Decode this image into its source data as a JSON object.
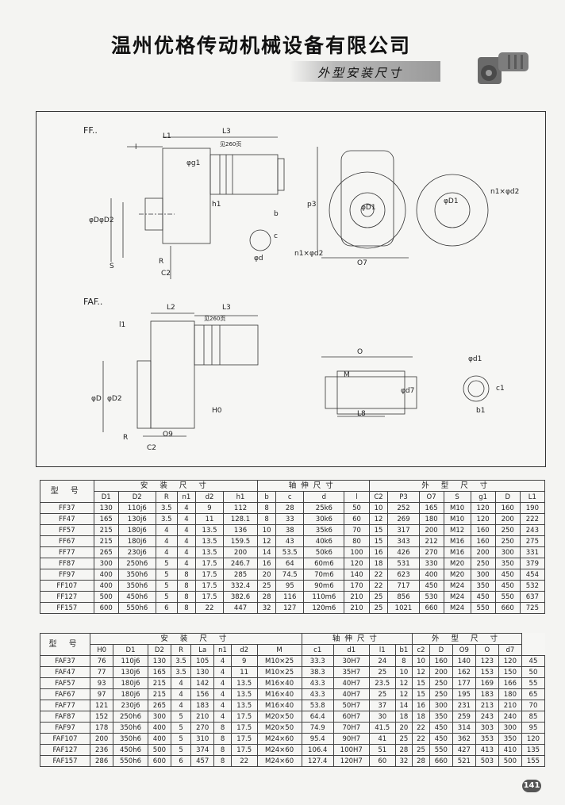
{
  "header": {
    "company": "温州优格传动机械设备有限公司",
    "subtitle": "外型安装尺寸"
  },
  "drawings": {
    "ff": {
      "series": "FF..",
      "labels": {
        "l1": "L1",
        "l3": "L3",
        "note": "见260页",
        "g1": "φg1",
        "l": "l",
        "h1": "h1",
        "d": "φD",
        "d2": "φD2",
        "s": "S",
        "r": "R",
        "c2": "C2",
        "b": "b",
        "c": "c",
        "dd": "φd",
        "p3": "p3",
        "o7": "O7",
        "n1d2_left": "n1×φd2",
        "n1d2_right": "n1×φd2",
        "d1": "φD1",
        "d1r": "φD1"
      }
    },
    "faf": {
      "series": "FAF..",
      "labels": {
        "l2": "L2",
        "l3": "L3",
        "note": "见260页",
        "l1": "l1",
        "d": "φD",
        "d2": "φD2",
        "h0": "H0",
        "o9": "O9",
        "r": "R",
        "c2": "C2",
        "o": "O",
        "m": "M",
        "d7": "φd7",
        "l8": "L8",
        "d1": "φd1",
        "c1": "c1",
        "b1": "b1"
      }
    }
  },
  "table1": {
    "model_header": "型 号",
    "groups": [
      "安 装 尺 寸",
      "轴伸尺寸",
      "外 型 尺 寸"
    ],
    "columns": [
      "D1",
      "D2",
      "R",
      "n1",
      "d2",
      "h1",
      "b",
      "c",
      "d",
      "l",
      "C2",
      "P3",
      "O7",
      "S",
      "g1",
      "D",
      "L1"
    ],
    "rows": [
      [
        "FF37",
        "130",
        "110j6",
        "3.5",
        "4",
        "9",
        "112",
        "8",
        "28",
        "25k6",
        "50",
        "10",
        "252",
        "165",
        "M10",
        "120",
        "160",
        "190"
      ],
      [
        "FF47",
        "165",
        "130j6",
        "3.5",
        "4",
        "11",
        "128.1",
        "8",
        "33",
        "30k6",
        "60",
        "12",
        "269",
        "180",
        "M10",
        "120",
        "200",
        "222"
      ],
      [
        "FF57",
        "215",
        "180j6",
        "4",
        "4",
        "13.5",
        "136",
        "10",
        "38",
        "35k6",
        "70",
        "15",
        "317",
        "200",
        "M12",
        "160",
        "250",
        "243"
      ],
      [
        "FF67",
        "215",
        "180j6",
        "4",
        "4",
        "13.5",
        "159.5",
        "12",
        "43",
        "40k6",
        "80",
        "15",
        "343",
        "212",
        "M16",
        "160",
        "250",
        "275"
      ],
      [
        "FF77",
        "265",
        "230j6",
        "4",
        "4",
        "13.5",
        "200",
        "14",
        "53.5",
        "50k6",
        "100",
        "16",
        "426",
        "270",
        "M16",
        "200",
        "300",
        "331"
      ],
      [
        "FF87",
        "300",
        "250h6",
        "5",
        "4",
        "17.5",
        "246.7",
        "16",
        "64",
        "60m6",
        "120",
        "18",
        "531",
        "330",
        "M20",
        "250",
        "350",
        "379"
      ],
      [
        "FF97",
        "400",
        "350h6",
        "5",
        "8",
        "17.5",
        "285",
        "20",
        "74.5",
        "70m6",
        "140",
        "22",
        "623",
        "400",
        "M20",
        "300",
        "450",
        "454"
      ],
      [
        "FF107",
        "400",
        "350h6",
        "5",
        "8",
        "17.5",
        "332.4",
        "25",
        "95",
        "90m6",
        "170",
        "22",
        "717",
        "450",
        "M24",
        "350",
        "450",
        "532"
      ],
      [
        "FF127",
        "500",
        "450h6",
        "5",
        "8",
        "17.5",
        "382.6",
        "28",
        "116",
        "110m6",
        "210",
        "25",
        "856",
        "530",
        "M24",
        "450",
        "550",
        "637"
      ],
      [
        "FF157",
        "600",
        "550h6",
        "6",
        "8",
        "22",
        "447",
        "32",
        "127",
        "120m6",
        "210",
        "25",
        "1021",
        "660",
        "M24",
        "550",
        "660",
        "725"
      ]
    ]
  },
  "table2": {
    "model_header": "型 号",
    "groups": [
      "安 装 尺 寸",
      "轴伸尺寸",
      "外 型 尺 寸"
    ],
    "columns": [
      "H0",
      "D1",
      "D2",
      "R",
      "La",
      "n1",
      "d2",
      "M",
      "c1",
      "d1",
      "l1",
      "b1",
      "c2",
      "D",
      "O9",
      "O",
      "d7"
    ],
    "rows": [
      [
        "FAF37",
        "76",
        "110j6",
        "130",
        "3.5",
        "105",
        "4",
        "9",
        "M10×25",
        "33.3",
        "30H7",
        "24",
        "8",
        "10",
        "160",
        "140",
        "123",
        "120",
        "45"
      ],
      [
        "FAF47",
        "77",
        "130j6",
        "165",
        "3.5",
        "130",
        "4",
        "11",
        "M10×25",
        "38.3",
        "35H7",
        "25",
        "10",
        "12",
        "200",
        "162",
        "153",
        "150",
        "50"
      ],
      [
        "FAF57",
        "93",
        "180j6",
        "215",
        "4",
        "142",
        "4",
        "13.5",
        "M16×40",
        "43.3",
        "40H7",
        "23.5",
        "12",
        "15",
        "250",
        "177",
        "169",
        "166",
        "55"
      ],
      [
        "FAF67",
        "97",
        "180j6",
        "215",
        "4",
        "156",
        "4",
        "13.5",
        "M16×40",
        "43.3",
        "40H7",
        "25",
        "12",
        "15",
        "250",
        "195",
        "183",
        "180",
        "65"
      ],
      [
        "FAF77",
        "121",
        "230j6",
        "265",
        "4",
        "183",
        "4",
        "13.5",
        "M16×40",
        "53.8",
        "50H7",
        "37",
        "14",
        "16",
        "300",
        "231",
        "213",
        "210",
        "70"
      ],
      [
        "FAF87",
        "152",
        "250h6",
        "300",
        "5",
        "210",
        "4",
        "17.5",
        "M20×50",
        "64.4",
        "60H7",
        "30",
        "18",
        "18",
        "350",
        "259",
        "243",
        "240",
        "85"
      ],
      [
        "FAF97",
        "178",
        "350h6",
        "400",
        "5",
        "270",
        "8",
        "17.5",
        "M20×50",
        "74.9",
        "70H7",
        "41.5",
        "20",
        "22",
        "450",
        "314",
        "303",
        "300",
        "95"
      ],
      [
        "FAF107",
        "200",
        "350h6",
        "400",
        "5",
        "310",
        "8",
        "17.5",
        "M24×60",
        "95.4",
        "90H7",
        "41",
        "25",
        "22",
        "450",
        "362",
        "353",
        "350",
        "120"
      ],
      [
        "FAF127",
        "236",
        "450h6",
        "500",
        "5",
        "374",
        "8",
        "17.5",
        "M24×60",
        "106.4",
        "100H7",
        "51",
        "28",
        "25",
        "550",
        "427",
        "413",
        "410",
        "135"
      ],
      [
        "FAF157",
        "286",
        "550h6",
        "600",
        "6",
        "457",
        "8",
        "22",
        "M24×60",
        "127.4",
        "120H7",
        "60",
        "32",
        "28",
        "660",
        "521",
        "503",
        "500",
        "155"
      ]
    ]
  },
  "footer": {
    "page_number": "141"
  }
}
